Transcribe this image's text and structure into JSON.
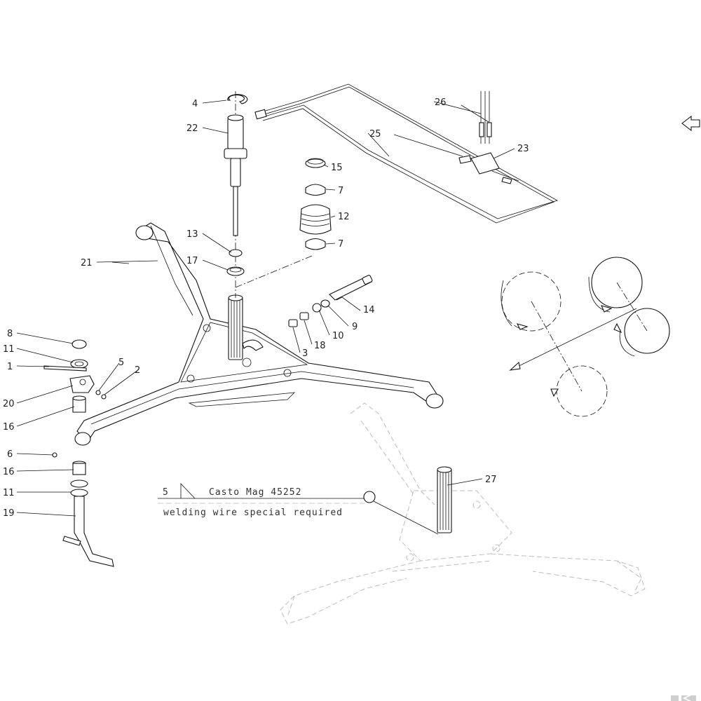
{
  "callouts": [
    "1",
    "2",
    "3",
    "4",
    "5",
    "6",
    "7",
    "8",
    "9",
    "10",
    "11",
    "12",
    "13",
    "14",
    "15",
    "16",
    "17",
    "18",
    "19",
    "20",
    "21",
    "22",
    "23",
    "25",
    "26",
    "27"
  ],
  "weld_note": {
    "size": "5",
    "material": "Casto Mag 45252",
    "note": "welding wire special required"
  },
  "icons": {
    "view_arrow": "view-direction-arrow-icon",
    "brand_mark": "k-logo-icon"
  }
}
